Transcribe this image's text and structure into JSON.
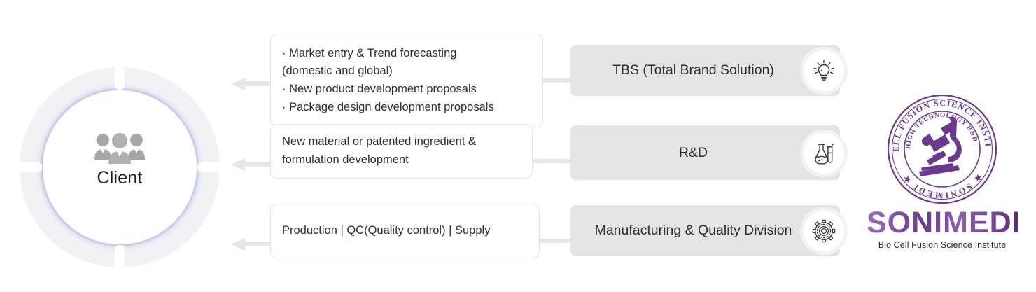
{
  "client": {
    "label": "Client",
    "people_icon": "people-group-icon"
  },
  "arrow_icon": "arrow-left-icon",
  "rows": [
    {
      "detail": "· Market entry & Trend forecasting\n (domestic and global)\n· New product development proposals\n· Package design development proposals",
      "division": "TBS (Total Brand Solution)",
      "icon": "lightbulb-icon"
    },
    {
      "detail": "New material or patented ingredient &\nformulation development",
      "division": "R&D",
      "icon": "flask-test-tube-icon"
    },
    {
      "detail": "Production | QC(Quality control) | Supply",
      "division": "Manufacturing & Quality Division",
      "icon": "gear-icon"
    }
  ],
  "logo": {
    "seal_outer_text": "BIO CELL FUSION SCIENCE INSTITUTE",
    "seal_bottom_text": "SONIMEDI",
    "seal_inner_text": "HIGH TECHNOLOGY R&D",
    "seal_emblem": "microscope-icon",
    "wordmark": "SONIMEDI",
    "tagline": "Bio Cell Fusion Science Institute",
    "brand_color": "#6b3a8f"
  },
  "colors": {
    "division_box": "#e4e4e4",
    "detail_border": "#e4e4e4",
    "arrow": "#e6e6e6",
    "client_ring": "#f2f2f5",
    "client_inner_ring": "#c9cde8",
    "people": "#a6a6a6"
  }
}
